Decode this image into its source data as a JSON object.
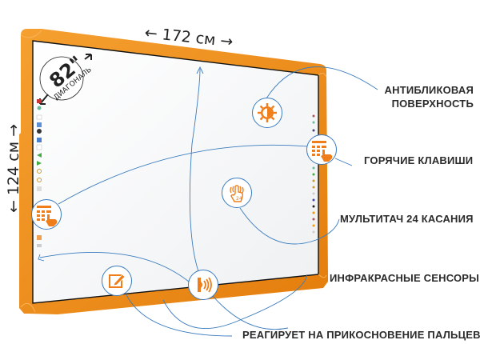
{
  "dimensions": {
    "width_label": "← 172 см →",
    "height_label": "← 124 см →",
    "diagonal_value": "82\"",
    "diagonal_label": "ДИАГОНАЛЬ"
  },
  "features": [
    {
      "id": "anti-glare",
      "label_line1": "АНТИБЛИКОВАЯ",
      "label_line2": "ПОВЕРХНОСТЬ",
      "icon": "sun-contrast-icon"
    },
    {
      "id": "hotkeys",
      "label": "ГОРЯЧИЕ КЛАВИШИ",
      "icon": "keyboard-touch-icon"
    },
    {
      "id": "multitouch",
      "label": "МУЛЬТИТАЧ 24 КАСАНИЯ",
      "icon": "multitouch-hand-icon",
      "icon_text": "24"
    },
    {
      "id": "infrared",
      "label": "ИНФРАКРАСНЫЕ СЕНСОРЫ",
      "icon": "infrared-sensor-icon"
    },
    {
      "id": "finger-touch",
      "label": "РЕАГИРУЕТ НА ПРИКОСНОВЕНИЕ ПАЛЬЦЕВ",
      "icon": "pen-edit-icon"
    }
  ],
  "colors": {
    "frame": "#f08a14",
    "frame_dark": "#d9770a",
    "icon": "#ef7d1a",
    "connector": "#3a7bbf",
    "text": "#2b2b2b",
    "board": "#f6f7f8"
  }
}
